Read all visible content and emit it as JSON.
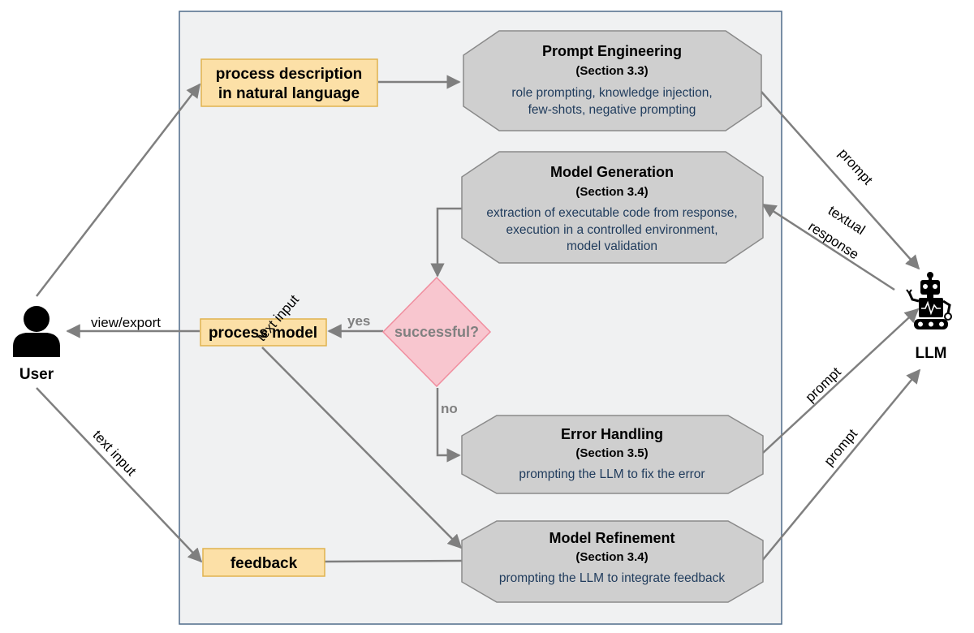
{
  "boxes": {
    "process_description": {
      "line1": "process description",
      "line2": "in natural language"
    },
    "process_model": {
      "label": "process model"
    },
    "feedback": {
      "label": "feedback"
    }
  },
  "steps": {
    "prompt_engineering": {
      "title": "Prompt Engineering",
      "section": "(Section 3.3)",
      "desc": [
        "role prompting, knowledge injection,",
        "few-shots, negative prompting"
      ]
    },
    "model_generation": {
      "title": "Model Generation",
      "section": "(Section 3.4)",
      "desc": [
        "extraction of executable code from response,",
        "execution in a controlled environment,",
        "model validation"
      ]
    },
    "error_handling": {
      "title": "Error Handling",
      "section": "(Section 3.5)",
      "desc": [
        "prompting the LLM to fix the error"
      ]
    },
    "model_refinement": {
      "title": "Model Refinement",
      "section": "(Section 3.4)",
      "desc": [
        "prompting the LLM to integrate feedback"
      ]
    }
  },
  "decision": {
    "label": "successful?",
    "yes": "yes",
    "no": "no"
  },
  "actors": {
    "user": "User",
    "llm": "LLM"
  },
  "edges": {
    "text_input_top": "text input",
    "text_input_bottom": "text input",
    "view_export": "view/export",
    "prompt_1": "prompt",
    "textual_response_1": "textual",
    "textual_response_2": "response",
    "prompt_2": "prompt",
    "prompt_3": "prompt"
  },
  "colors": {
    "box_fill": "#fce0a7",
    "box_stroke": "#e0b34f",
    "octagon_fill": "#cfcfcf",
    "octagon_stroke": "#8a8a8a",
    "diamond_fill": "#f8c6cf",
    "diamond_stroke": "#f08e9f",
    "panel_fill": "#f0f1f2",
    "panel_stroke": "#4f6b8a",
    "arrow": "#7f7f7f"
  },
  "icons": {
    "user": "person-icon",
    "llm": "robot-icon"
  }
}
